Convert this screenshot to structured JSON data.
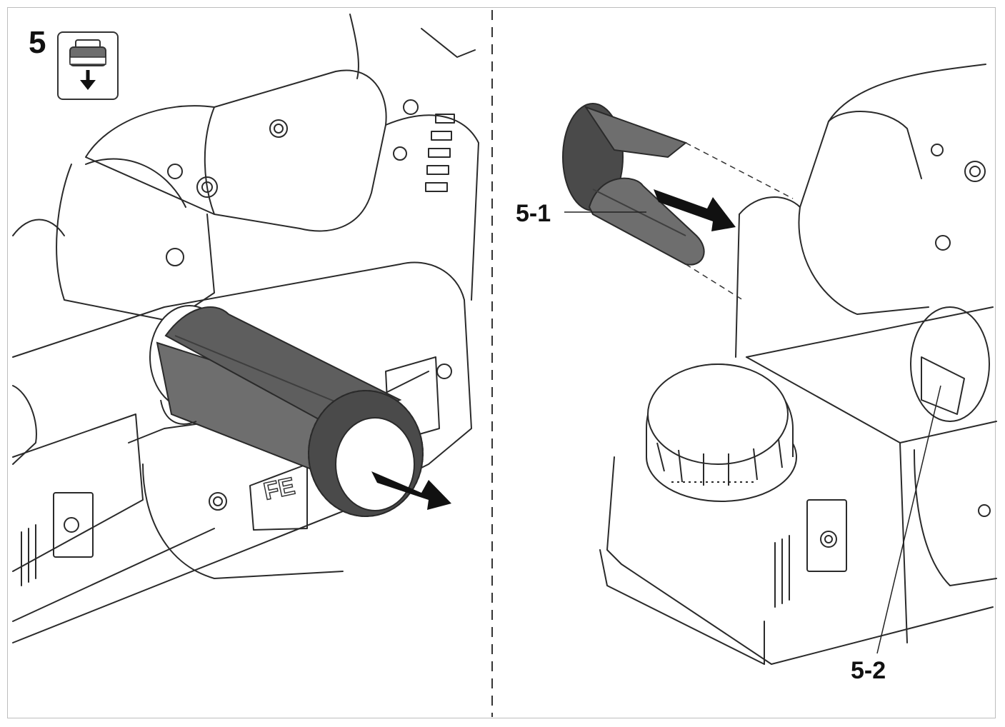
{
  "figure": {
    "step_number": "5",
    "step_icon": "remove-down-arrow-icon",
    "callouts": {
      "part_1": "5-1",
      "part_2": "5-2"
    },
    "tool_brand_fragment": "FE"
  },
  "colors": {
    "line": "#2a2a2a",
    "part_fill": "#6e6e6e",
    "part_dark": "#4a4a4a",
    "arrow": "#111111",
    "frame": "#bdbdbd"
  }
}
